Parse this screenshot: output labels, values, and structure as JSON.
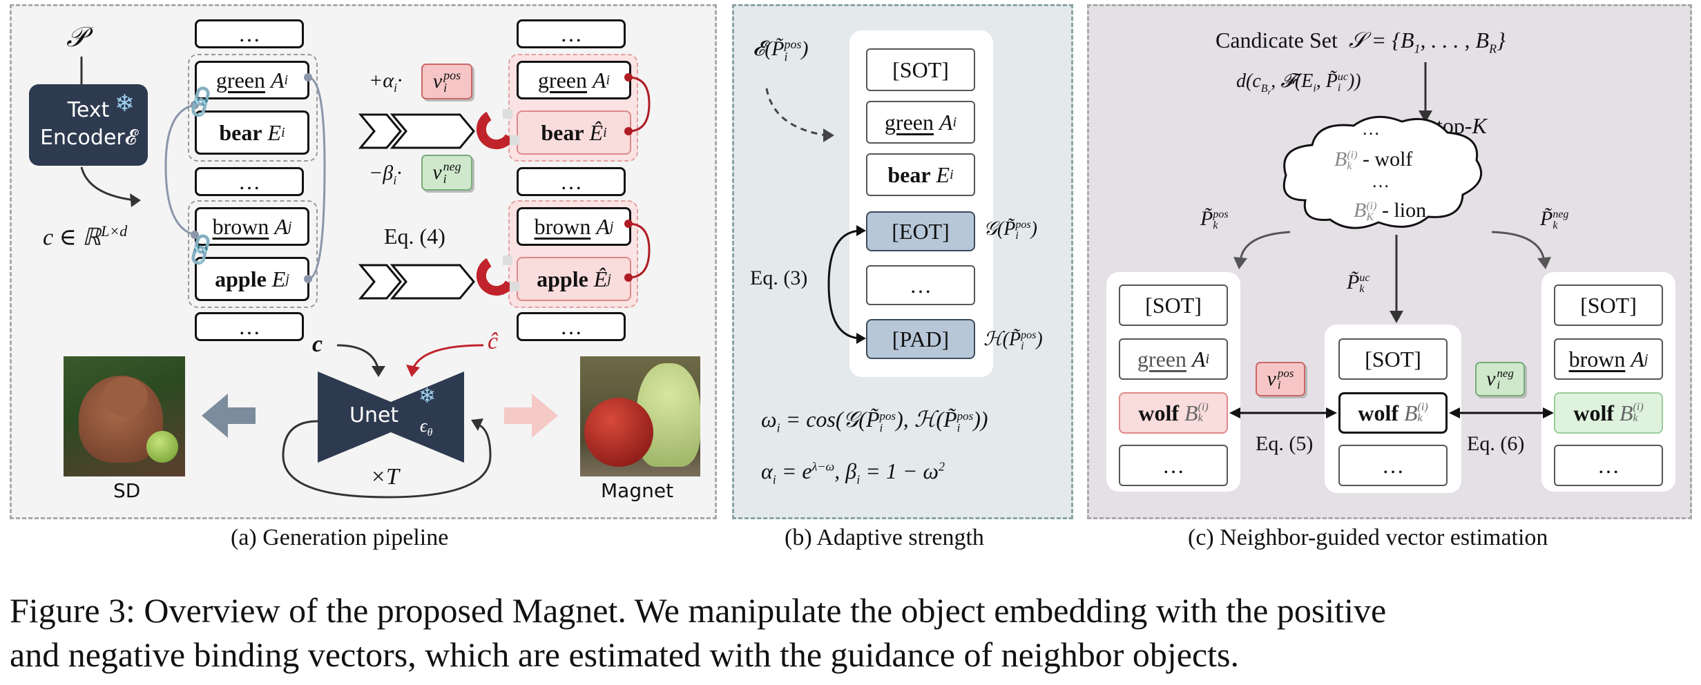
{
  "panel_a": {
    "p_symbol": "𝒫",
    "encoder_line1": "Text",
    "encoder_line2": "Encoder𝓔",
    "c_label": "c ∈ ℝ",
    "c_sup": "L×d",
    "ellipsis": "…",
    "green": "green",
    "A_i": "A",
    "sub_i": "i",
    "bear": "bear",
    "E": "E",
    "E_hat": "Ê",
    "brown": "brown",
    "sub_j": "j",
    "apple": "apple",
    "plus_alpha": "+α",
    "minus_beta": "−β",
    "dot": "·",
    "v": "v",
    "pos": "pos",
    "neg": "neg",
    "eq4": "Eq. (4)",
    "c_small": "c",
    "c_hat": "ĉ",
    "unet": "Unet",
    "eps": "ϵ",
    "theta": "θ",
    "times_T": "×T",
    "sd_label": "SD",
    "magnet_label": "Magnet",
    "caption": "(a) Generation pipeline"
  },
  "panel_b": {
    "enc_label": "𝓔(P̃",
    "enc_tail": ")",
    "sot": "[SOT]",
    "green": "green",
    "A": "A",
    "i": "i",
    "bear": "bear",
    "E": "E",
    "eot": "[EOT]",
    "ellipsis": "…",
    "pad": "[PAD]",
    "g_label": "𝒢(P̃",
    "h_label": "ℋ(P̃",
    "pos": "pos",
    "close": ")",
    "eq3": "Eq. (3)",
    "omega_eq": "ω",
    "omega_rhs": " = cos(𝒢(P̃",
    "omega_mid": "), ℋ(P̃",
    "omega_end": "))",
    "alpha_eq": "α",
    "alpha_rhs": " = e",
    "alpha_exp": "λ−ω",
    "beta_part": ", β",
    "beta_rhs": " = 1 − ω",
    "two": "2",
    "caption": "(b) Adaptive strength"
  },
  "panel_c": {
    "candidate": "Candicate Set",
    "set_eq": "𝒮 = {B",
    "set_mid": ", . . . , B",
    "set_end": "}",
    "one": "1",
    "R": "R",
    "dist": "d(c",
    "dist_mid": ", 𝓕(E",
    "dist_mid2": ", P̃",
    "dist_end": "))",
    "uc": "uc",
    "Br": "B",
    "r": "r",
    "topk": "top-",
    "K": "K",
    "cloud_dots": "…",
    "cloud_wolf": " - wolf",
    "cloud_lion": " - lion",
    "Bk": "B",
    "k": "k",
    "i_sup": "(i)",
    "P_tilde": "P̃",
    "pos": "pos",
    "neg": "neg",
    "sot": "[SOT]",
    "green": "green",
    "brown": "brown",
    "A": "A",
    "i": "i",
    "j": "j",
    "wolf": "wolf",
    "ellipsis": "…",
    "v": "v",
    "eq5": "Eq. (5)",
    "eq6": "Eq. (6)",
    "caption": "(c) Neighbor-guided vector estimation"
  },
  "figure_caption": {
    "line1": "Figure 3: Overview of the proposed Magnet. We manipulate the object embedding with the positive",
    "line2": "and negative binding vectors, which are estimated with the guidance of neighbor objects."
  },
  "colors": {
    "panel_a_bg": "#f4f4f4",
    "panel_b_bg": "#e4eaec",
    "panel_c_bg": "#e4e0e6",
    "encoder": "#2e3a4f",
    "magnet_red": "#c0232b",
    "token_blue": "#b7c7d8",
    "pos_pink": "#f6c6c6",
    "neg_green": "#cfe8cc"
  }
}
